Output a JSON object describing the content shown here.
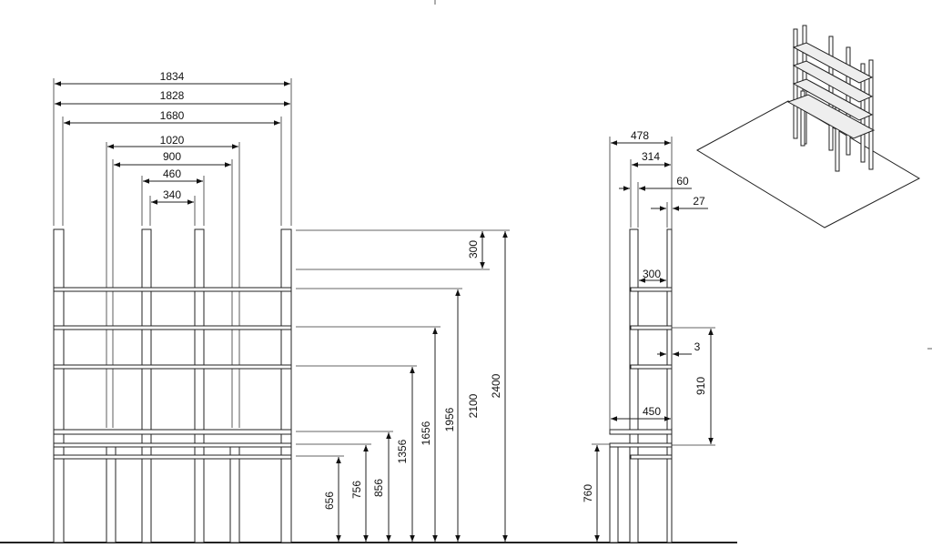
{
  "front_view": {
    "widths": [
      "1834",
      "1828",
      "1680",
      "1020",
      "900",
      "460",
      "340"
    ],
    "heights": [
      "300",
      "2400",
      "2100",
      "1956",
      "1656",
      "1356",
      "856",
      "756",
      "656"
    ]
  },
  "side_view": {
    "widths": [
      "478",
      "314",
      "60",
      "27"
    ],
    "inner": [
      "300",
      "3",
      "450"
    ],
    "heights": [
      "910",
      "760"
    ]
  }
}
